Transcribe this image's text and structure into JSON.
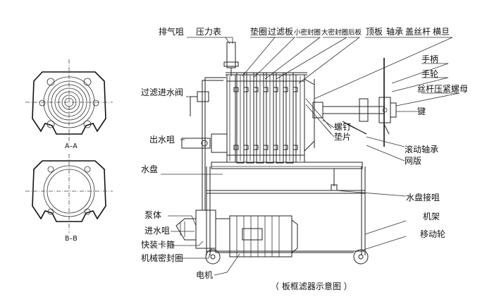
{
  "labels": {
    "paiqizui": "排气咀",
    "yalibiao": "压力表",
    "dianquan": "垫圈",
    "guolvban": "过滤板",
    "xiaomifengquan": "小密封圈",
    "damifengquan": "大密封圈",
    "houban": "后板",
    "dingban": "顶板",
    "zhoucheng": "轴承",
    "gaisigan": "盖丝杆",
    "hengdan": "横旦",
    "shoubing": "手柄",
    "shoulun": "手轮",
    "sigan": "丝杆压紧螺母",
    "jian": "键",
    "guolvjinshuifa": "过滤进水阀",
    "luoding": "螺钉",
    "dianpian": "垫片",
    "chushuizui": "出水咀",
    "gundong": "滚动轴承",
    "wangban": "网版",
    "shuipan": "水盘",
    "shuipanjiezui": "水盘接咀",
    "bengti": "泵体",
    "jijia": "机架",
    "jinshuizui": "进水咀",
    "yidonglun": "移动轮",
    "kuaizhuang": "快装卡箍",
    "jixie": "机械密封圈",
    "dianji": "电机"
  },
  "section_labels": {
    "aa": "A–A",
    "bb": "B–B"
  },
  "caption": "（ 板框滤器示意图 ）"
}
